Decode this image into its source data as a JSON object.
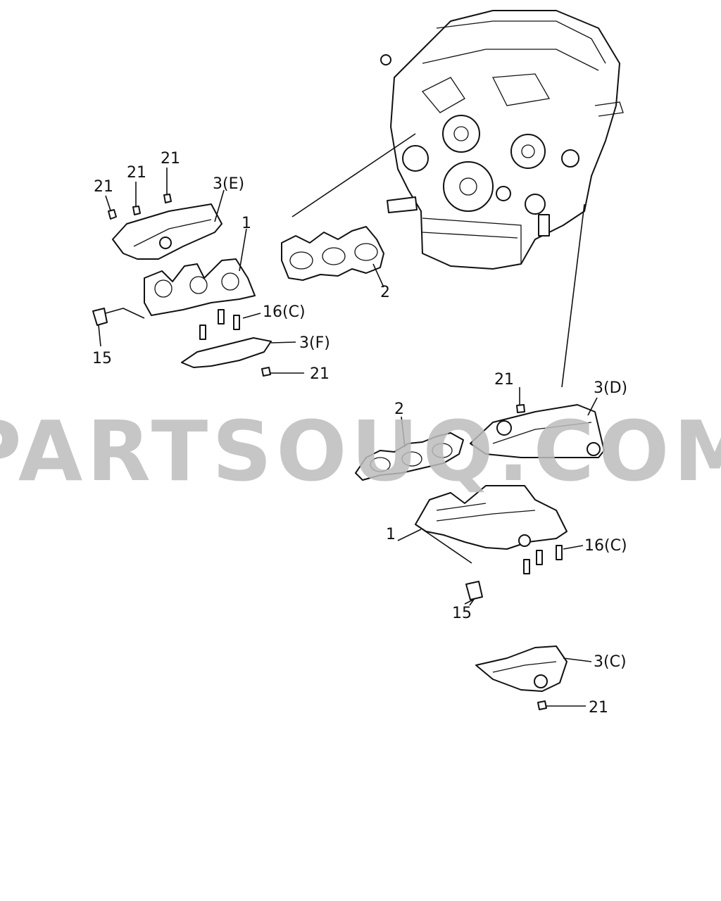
{
  "watermark": "PARTSOUQ.COM",
  "callouts": {
    "a": "21",
    "b": "21",
    "c": "21",
    "d": "3(E)",
    "e": "1",
    "f": "2",
    "g": "16(C)",
    "h": "3(F)",
    "i": "15",
    "j": "21",
    "k": "21",
    "l": "3(D)",
    "m": "2",
    "n": "1",
    "o": "16(C)",
    "p": "15",
    "q": "3(C)",
    "r": "21"
  }
}
